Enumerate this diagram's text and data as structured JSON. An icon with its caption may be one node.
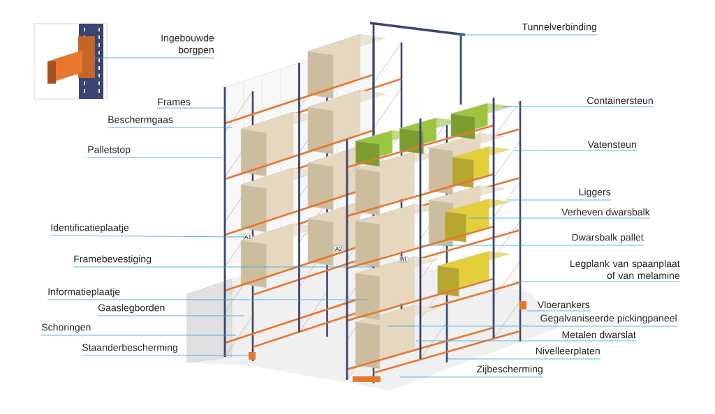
{
  "diagram": {
    "nodes": [
      {
        "text": [
          "Ingebouwde borgpen"
        ]
      },
      {
        "text": [
          "Frames"
        ]
      },
      {
        "text": [
          "Beschermgaas"
        ]
      },
      {
        "text": [
          "Palletstop"
        ]
      },
      {
        "text": [
          "Identificatieplaatje"
        ]
      },
      {
        "text": [
          "Framebevestiging"
        ]
      },
      {
        "text": [
          "Informatieplaatje"
        ]
      },
      {
        "text": [
          "Gaaslegborden"
        ]
      },
      {
        "text": [
          "Schoringen"
        ]
      },
      {
        "text": [
          "Staanderbescherming"
        ]
      },
      {
        "text": [
          "Tunnelverbinding"
        ]
      },
      {
        "text": [
          "Containersteun"
        ]
      },
      {
        "text": [
          "Vatensteun"
        ]
      },
      {
        "text": [
          "Liggers"
        ]
      },
      {
        "text": [
          "Verheven dwarsbalk"
        ]
      },
      {
        "text": [
          "Dwarsbalk pallet"
        ]
      },
      {
        "text": [
          "Legplank van spaanplaat of van melamine"
        ]
      },
      {
        "text": [
          "Vloerankers"
        ]
      },
      {
        "text": [
          "Gegalvaniseerde pickingpaneel"
        ]
      },
      {
        "text": [
          "Metalen dwarslat"
        ]
      },
      {
        "text": [
          "Nivelleerplaten"
        ]
      },
      {
        "text": [
          "Zijbescherming"
        ]
      },
      {
        "text": [
          "A1"
        ]
      }
    ],
    "edges": [
      {
        "from": 0,
        "to": null,
        "arrow": "none"
      },
      {
        "from": 1,
        "to": null,
        "arrow": "none"
      },
      {
        "from": 2,
        "to": null,
        "arrow": "none"
      },
      {
        "from": 3,
        "to": null,
        "arrow": "none"
      },
      {
        "from": 4,
        "to": 22,
        "arrow": "none"
      },
      {
        "from": 5,
        "to": null,
        "arrow": "none"
      },
      {
        "from": 6,
        "to": null,
        "arrow": "none"
      },
      {
        "from": 7,
        "to": null,
        "arrow": "none"
      },
      {
        "from": 8,
        "to": null,
        "arrow": "none"
      },
      {
        "from": 9,
        "to": null,
        "arrow": "none"
      },
      {
        "from": 10,
        "to": null,
        "arrow": "none"
      },
      {
        "from": 11,
        "to": null,
        "arrow": "none"
      },
      {
        "from": 12,
        "to": null,
        "arrow": "none"
      },
      {
        "from": 13,
        "to": null,
        "arrow": "none"
      },
      {
        "from": 14,
        "to": null,
        "arrow": "none"
      },
      {
        "from": 15,
        "to": null,
        "arrow": "none"
      },
      {
        "from": 16,
        "to": null,
        "arrow": "none"
      },
      {
        "from": 17,
        "to": null,
        "arrow": "none"
      },
      {
        "from": 18,
        "to": null,
        "arrow": "none"
      },
      {
        "from": 19,
        "to": null,
        "arrow": "none"
      },
      {
        "from": 20,
        "to": null,
        "arrow": "none"
      },
      {
        "from": 21,
        "to": null,
        "arrow": "none"
      }
    ],
    "labels": [
      "A2",
      "B1"
    ]
  }
}
